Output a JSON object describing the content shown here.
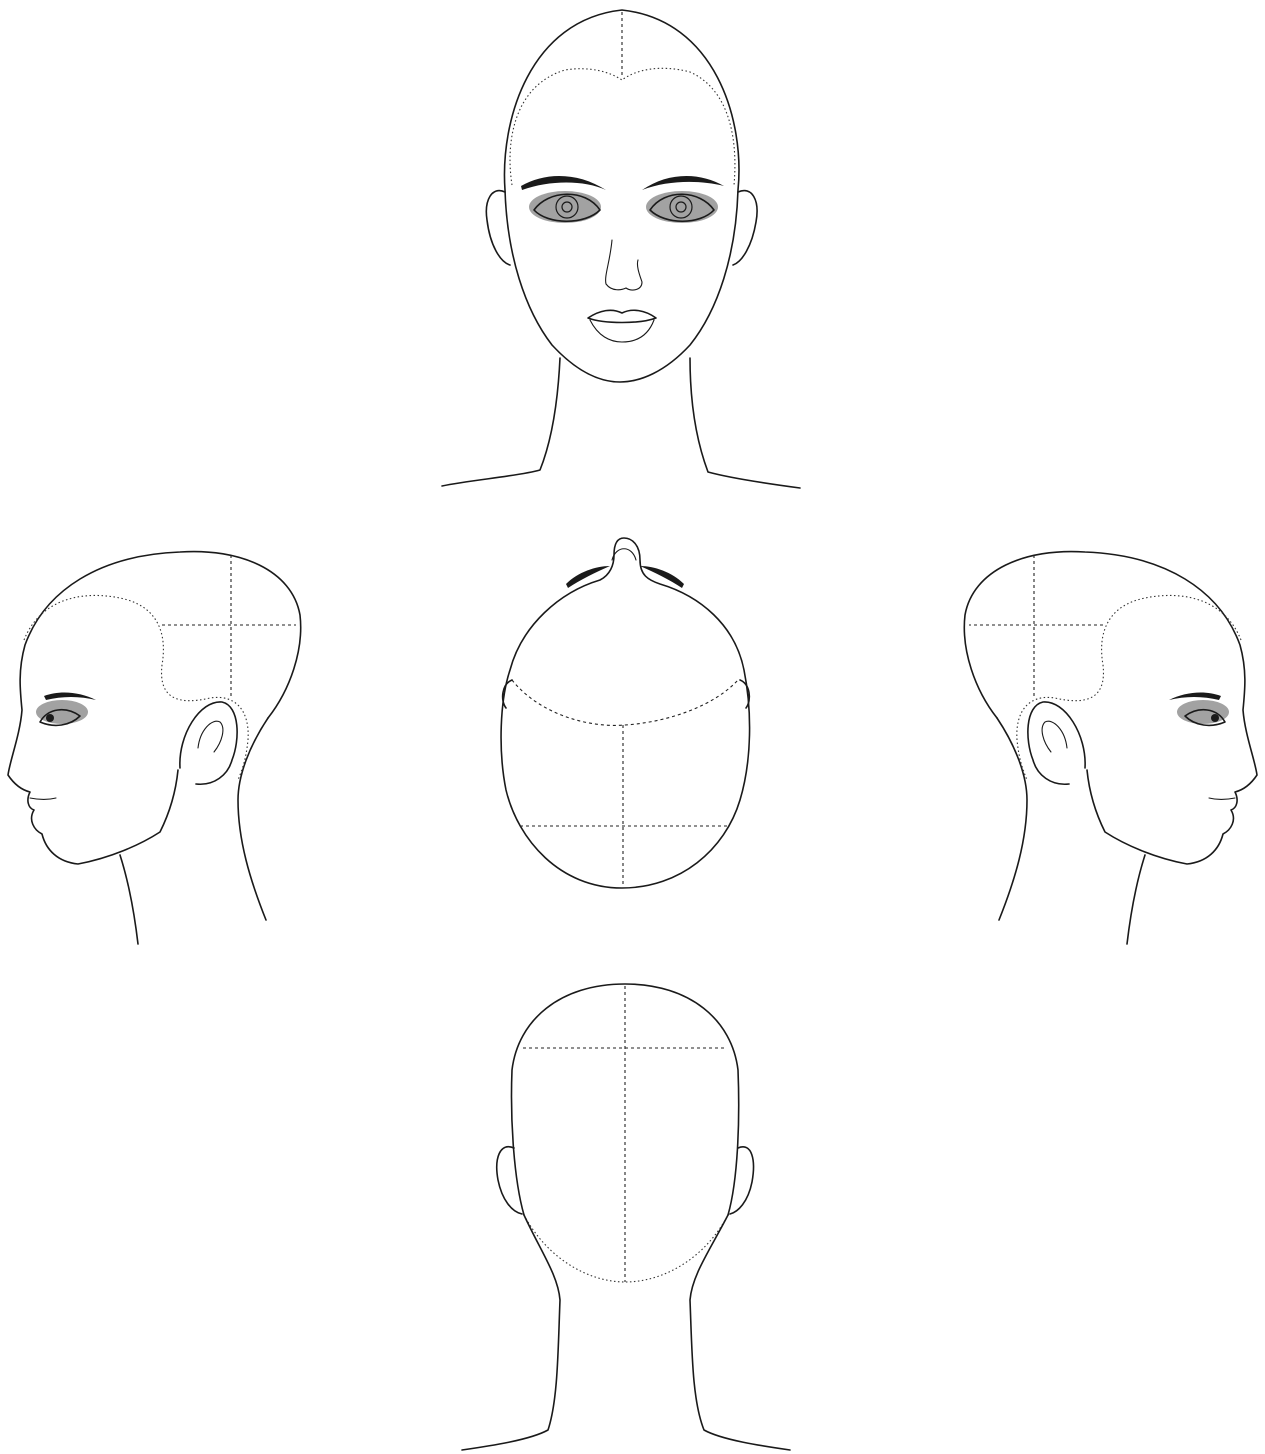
{
  "sheet": {
    "background": "#ffffff",
    "line_color": "#1a1a1a",
    "views": [
      {
        "name": "front-view"
      },
      {
        "name": "left-profile-view"
      },
      {
        "name": "top-view"
      },
      {
        "name": "right-profile-view"
      },
      {
        "name": "back-view"
      }
    ]
  }
}
